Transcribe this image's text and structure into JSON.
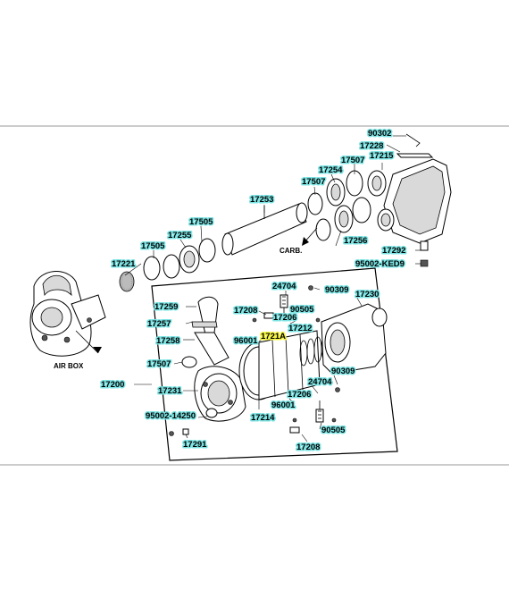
{
  "colors": {
    "label_highlight": "#7de3e3",
    "selected_highlight": "#f4f442",
    "frame": "#999999"
  },
  "outside_labels": {
    "carb": "CARB.",
    "air_box": "AIR BOX"
  },
  "parts": {
    "p90302": "90302",
    "p17228": "17228",
    "p17507_top": "17507",
    "p17215": "17215",
    "p17254": "17254",
    "p17507_mid": "17507",
    "p17253": "17253",
    "p17256": "17256",
    "p17505": "17505",
    "p17255": "17255",
    "p17505_left": "17505",
    "p17292": "17292",
    "p95002_ked9": "95002-KED9",
    "p17221": "17221",
    "p24704_top": "24704",
    "p90309_top": "90309",
    "p17230": "17230",
    "p17259": "17259",
    "p17208_top": "17208",
    "p90505_top": "90505",
    "p17206_top": "17206",
    "p17257": "17257",
    "p17212": "17212",
    "p96001_top": "96001",
    "p1721A": "1721A",
    "p17258": "17258",
    "p17507_low": "17507",
    "p17200": "17200",
    "p90309_low": "90309",
    "p24704_low": "24704",
    "p17231": "17231",
    "p17206_low": "17206",
    "p96001_low": "96001",
    "p95002_14250": "95002-14250",
    "p17214": "17214",
    "p90505_low": "90505",
    "p17291": "17291",
    "p17208_low": "17208"
  }
}
